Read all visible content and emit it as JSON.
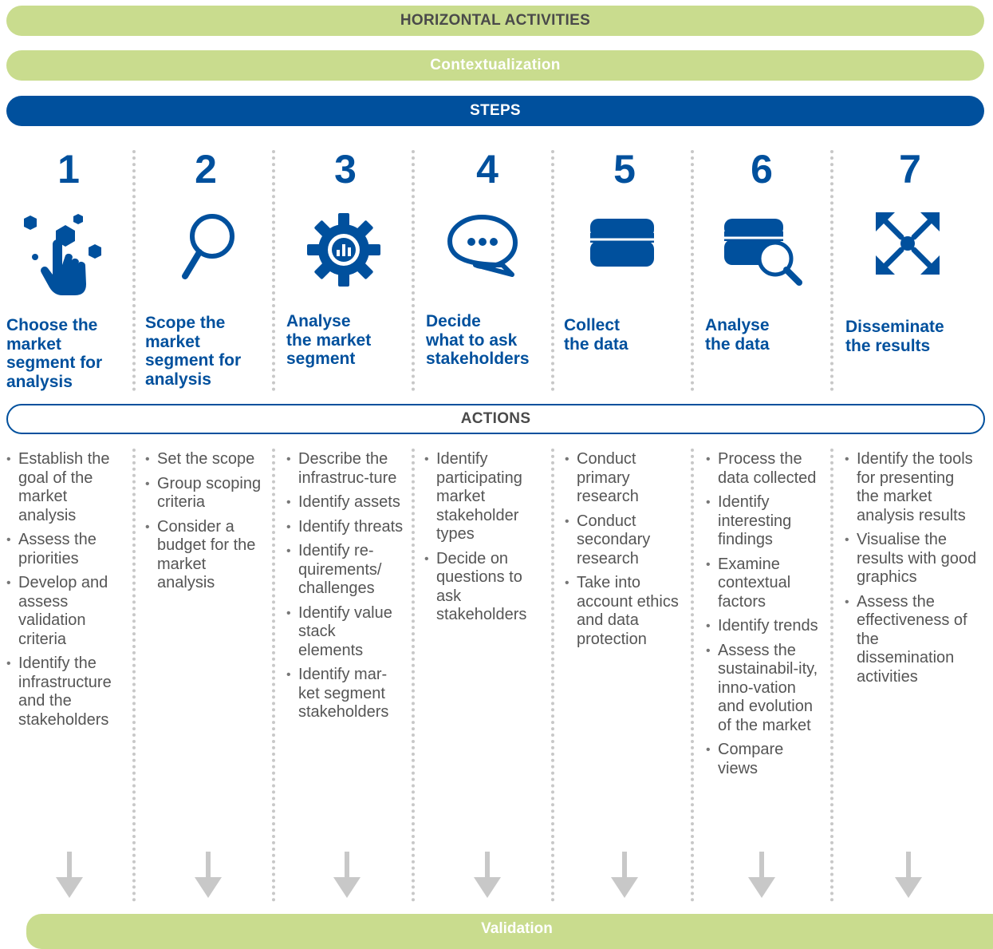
{
  "bars": {
    "horizontal": "HORIZONTAL ACTIVITIES",
    "contextualization": "Contextualization",
    "steps": "STEPS",
    "actions": "ACTIONS",
    "validation": "Validation"
  },
  "steps": [
    {
      "number": "1",
      "title": [
        "Choose the",
        "market",
        "segment for",
        "analysis"
      ],
      "icon": "hand-touch-hexagons-icon",
      "actions": [
        "Establish the goal of the market analysis",
        "Assess the priorities",
        "Develop and assess validation criteria",
        "Identify the infrastructure and the stakeholders"
      ]
    },
    {
      "number": "2",
      "title": [
        "Scope the",
        "market",
        "segment for",
        "analysis"
      ],
      "icon": "magnifier-icon",
      "actions": [
        "Set the scope",
        "Group scoping criteria",
        "Consider a budget for the market analysis"
      ]
    },
    {
      "number": "3",
      "title": [
        "Analyse",
        "the market",
        "segment"
      ],
      "icon": "gear-chart-icon",
      "actions": [
        "Describe the infrastruc-ture",
        "Identify assets",
        "Identify threats",
        "Identify re-quirements/ challenges",
        "Identify value stack elements",
        "Identify mar-ket segment stakeholders"
      ]
    },
    {
      "number": "4",
      "title": [
        "Decide",
        "what to ask",
        "stakeholders"
      ],
      "icon": "speech-bubble-icon",
      "actions": [
        "Identify participating market stakeholder types",
        "Decide on questions to ask stakeholders"
      ]
    },
    {
      "number": "5",
      "title": [
        "Collect",
        "the data"
      ],
      "icon": "database-icon",
      "actions": [
        "Conduct primary research",
        "Conduct secondary research",
        "Take into account ethics and data protection"
      ]
    },
    {
      "number": "6",
      "title": [
        "Analyse",
        "the data"
      ],
      "icon": "database-search-icon",
      "actions": [
        "Process the data collected",
        "Identify interesting findings",
        "Examine contextual factors",
        "Identify trends",
        "Assess the sustainabil-ity, inno-vation and evolution of the market",
        "Compare views"
      ]
    },
    {
      "number": "7",
      "title": [
        "Disseminate",
        "the results"
      ],
      "icon": "expand-arrows-icon",
      "actions": [
        "Identify the tools for presenting the market analysis results",
        "Visualise the results with good graphics",
        "Assess the effectiveness of the dissemination activities"
      ]
    }
  ],
  "colors": {
    "blue": "#00509d",
    "green": "#c9dc8e",
    "grey": "#c8c8c8"
  }
}
